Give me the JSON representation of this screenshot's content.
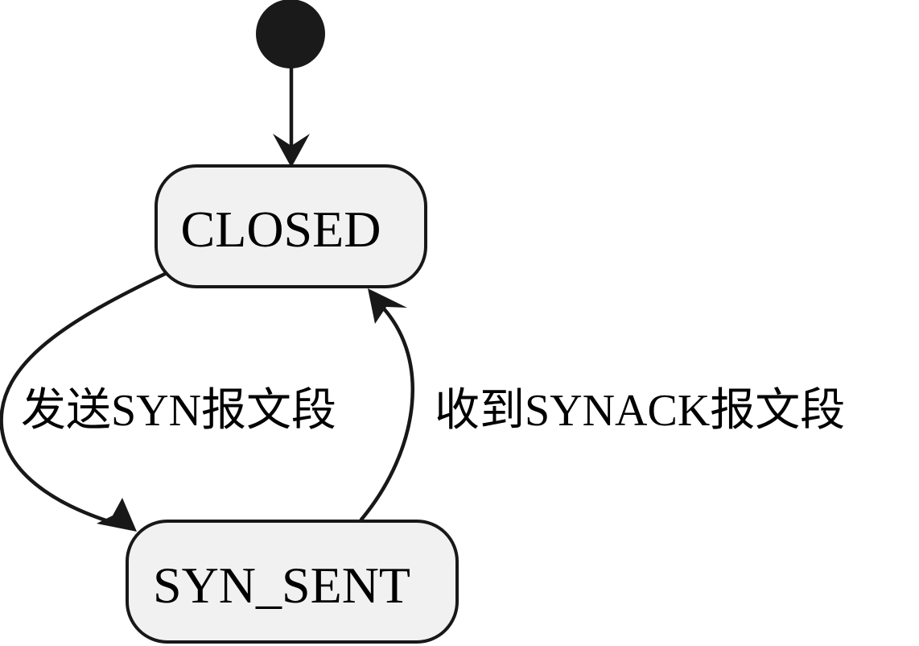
{
  "diagram": {
    "type": "state-diagram",
    "colors": {
      "state_fill": "#f1f1f1",
      "stroke": "#181818",
      "text": "#000000",
      "initial_node": "#1a1a1a"
    },
    "initial": {
      "icon": "filled-circle"
    },
    "states": {
      "closed": {
        "label": "CLOSED"
      },
      "syn_sent": {
        "label": "SYN_SENT"
      }
    },
    "transitions": {
      "send_syn": {
        "from": "CLOSED",
        "to": "SYN_SENT",
        "label": "发送SYN报文段"
      },
      "recv_synack": {
        "from": "SYN_SENT",
        "to": "CLOSED",
        "label": "收到SYNACK报文段"
      },
      "start": {
        "from": "initial",
        "to": "CLOSED",
        "label": ""
      }
    }
  }
}
